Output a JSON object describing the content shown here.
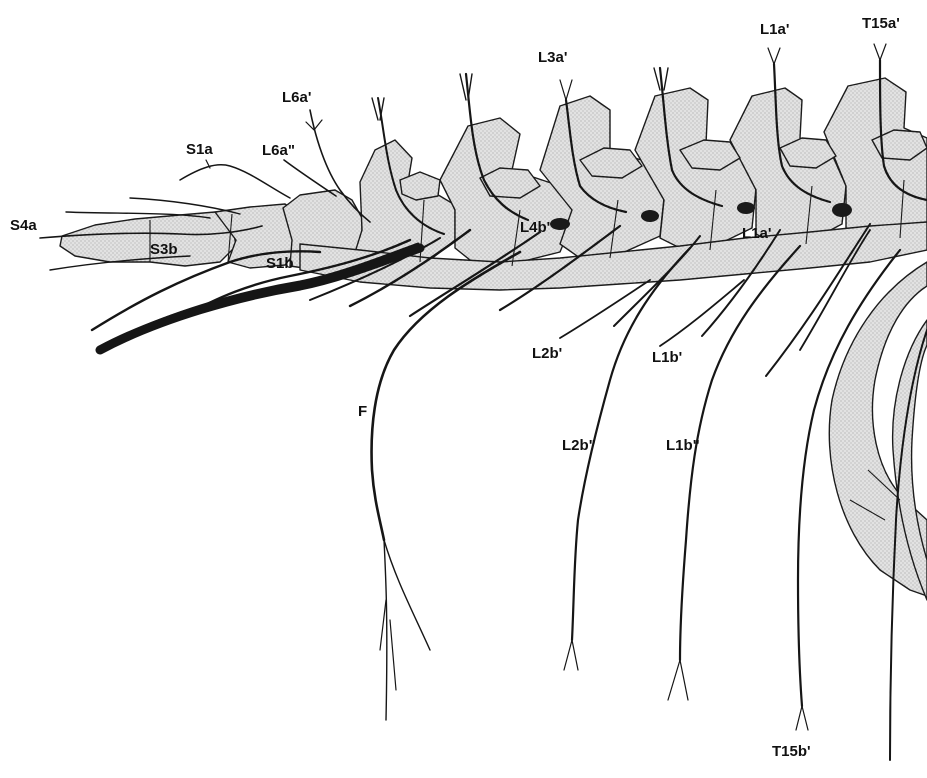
{
  "figure": {
    "labels": {
      "L6a1": "L6a'",
      "L6a2": "L6a\"",
      "L3a1": "L3a'",
      "L1a1": "L1a'",
      "T15a1": "T15a'",
      "S1a": "S1a",
      "S4a": "S4a",
      "S3b": "S3b",
      "S1b": "S1b",
      "L4b1": "L4b'",
      "L1a1_inner": "L1a'",
      "L2b1": "L2b'",
      "L1b1": "L1b'",
      "L2b2": "L2b\"",
      "L1b2": "L1b\"",
      "F": "F",
      "T15b1": "T15b'"
    }
  }
}
